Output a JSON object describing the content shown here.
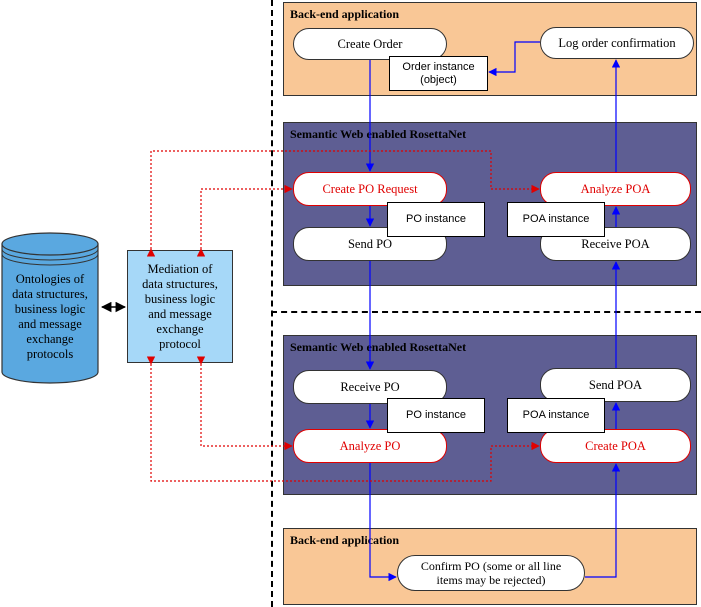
{
  "top_backend": {
    "title": "Back-end application",
    "create_order": "Create Order",
    "log_confirmation": "Log order confirmation",
    "order_instance": "Order instance\n(object)"
  },
  "upper_rosettanet": {
    "title": "Semantic Web enabled RosettaNet",
    "create_po_request": "Create PO Request",
    "send_po": "Send PO",
    "po_instance": "PO instance",
    "analyze_poa": "Analyze POA",
    "receive_poa": "Receive POA",
    "poa_instance": "POA instance"
  },
  "lower_rosettanet": {
    "title": "Semantic Web enabled RosettaNet",
    "receive_po": "Receive PO",
    "analyze_po": "Analyze PO",
    "po_instance": "PO instance",
    "send_poa": "Send POA",
    "create_poa": "Create POA",
    "poa_instance": "POA instance"
  },
  "bottom_backend": {
    "title": "Back-end application",
    "confirm_po": "Confirm PO (some or all  line\nitems may be rejected)"
  },
  "ontologies": {
    "label": "Ontologies of\ndata structures,\nbusiness logic\nand message\nexchange\nprotocols"
  },
  "mediation": {
    "label": "Mediation of\ndata structures,\nbusiness logic\nand message\nexchange\nprotocol"
  },
  "colors": {
    "backend_fill": "#f9c796",
    "rosettanet_fill": "#5e5e93",
    "mediation_fill": "#a6d8f8",
    "ontology_fill": "#5aa8e0",
    "flow_arrow": "#0000ff",
    "mediation_arrow": "#e00000"
  }
}
